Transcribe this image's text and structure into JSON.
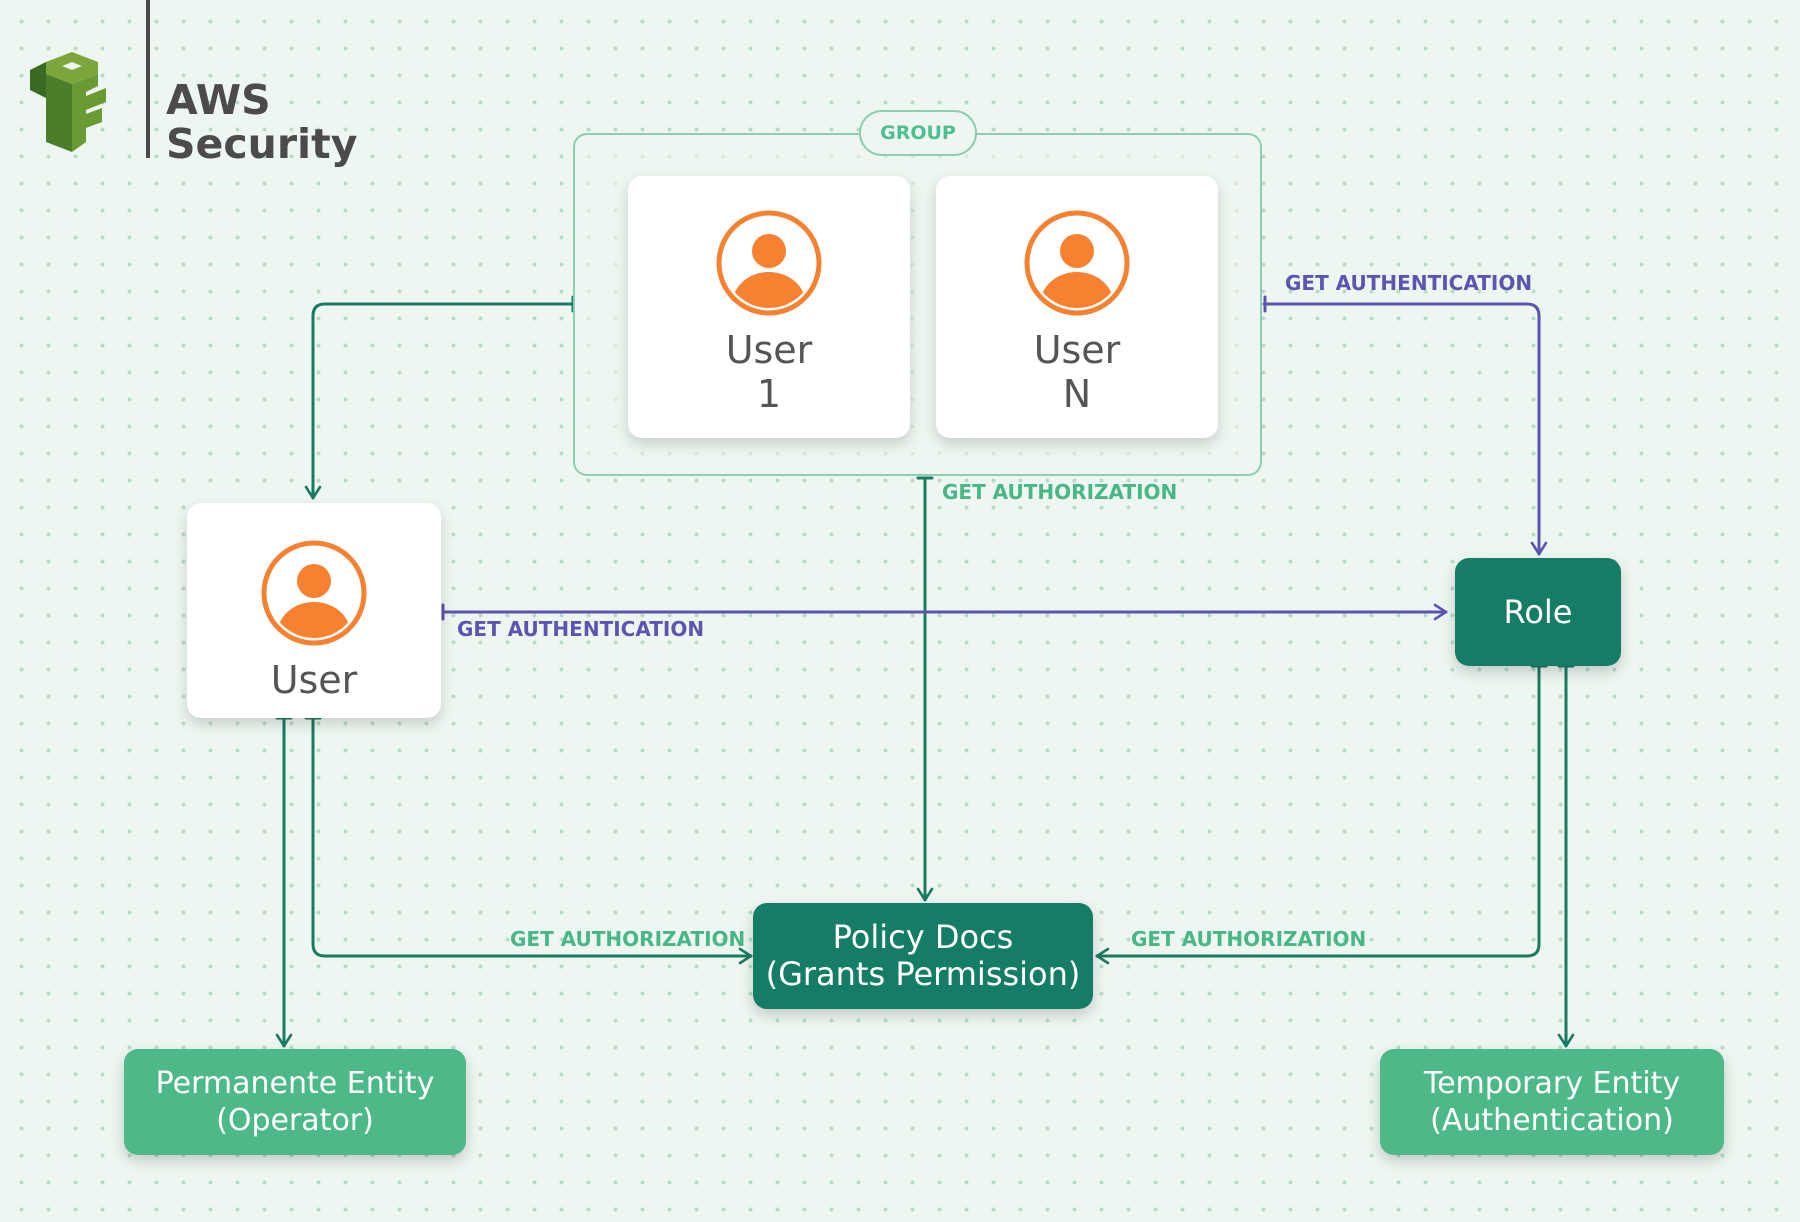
{
  "brand": {
    "title_line1": "AWS",
    "title_line2": "Security",
    "logo_icon": "aws-key-icon"
  },
  "colors": {
    "dark_green": "#157d65",
    "light_green": "#4db888",
    "connector_green": "#1a7a62",
    "connector_purple": "#5c55b0",
    "avatar_orange": "#f58131",
    "group_border": "#8fcdb0"
  },
  "group": {
    "label": "GROUP"
  },
  "group_users": [
    {
      "line1": "User",
      "line2": "1",
      "icon": "user-avatar-icon"
    },
    {
      "line1": "User",
      "line2": "N",
      "icon": "user-avatar-icon"
    }
  ],
  "user": {
    "label": "User",
    "icon": "user-avatar-icon"
  },
  "nodes": {
    "role": "Role",
    "policy_line1": "Policy Docs",
    "policy_line2": "(Grants Permission)",
    "permanent_line1": "Permanente Entity",
    "permanent_line2": "(Operator)",
    "temporary_line1": "Temporary Entity",
    "temporary_line2": "(Authentication)"
  },
  "edge_labels": {
    "group_to_role": "GET AUTHENTICATION",
    "group_to_policy": "GET AUTHORIZATION",
    "user_to_role": "GET AUTHENTICATION",
    "user_to_policy": "GET AUTHORIZATION",
    "role_to_policy": "GET AUTHORIZATION"
  }
}
